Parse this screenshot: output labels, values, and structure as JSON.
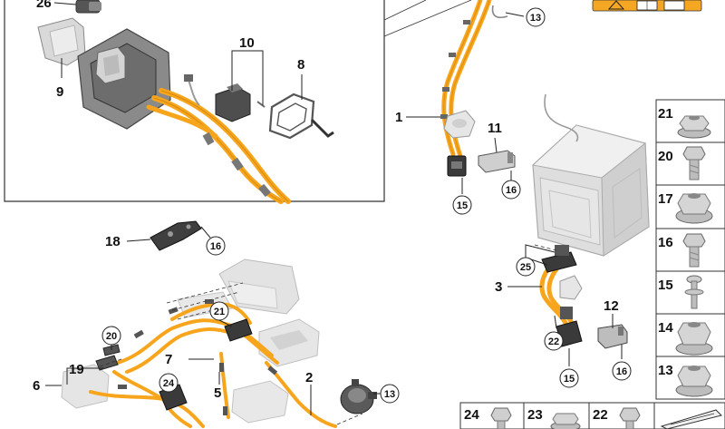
{
  "callouts": {
    "c1": "1",
    "c2": "2",
    "c3": "3",
    "c5": "5",
    "c6": "6",
    "c7": "7",
    "c8": "8",
    "c9": "9",
    "c10": "10",
    "c11": "11",
    "c12": "12",
    "c18": "18",
    "c19": "19",
    "c26": "26"
  },
  "circles": {
    "c13a": "13",
    "c13b": "13",
    "c15a": "15",
    "c15b": "15",
    "c16a": "16",
    "c16b": "16",
    "c16c": "16",
    "c20": "20",
    "c21": "21",
    "c22": "22",
    "c24": "24",
    "c25": "25"
  },
  "parts_table": {
    "rows": [
      "21",
      "20",
      "17",
      "16",
      "15",
      "14",
      "13"
    ],
    "bottom": [
      "24",
      "23",
      "22"
    ]
  },
  "colors": {
    "cable": "#f7a51c",
    "warning_bg": "#f5a623",
    "circle_bg": "#ffffff",
    "frame": "#333333"
  }
}
